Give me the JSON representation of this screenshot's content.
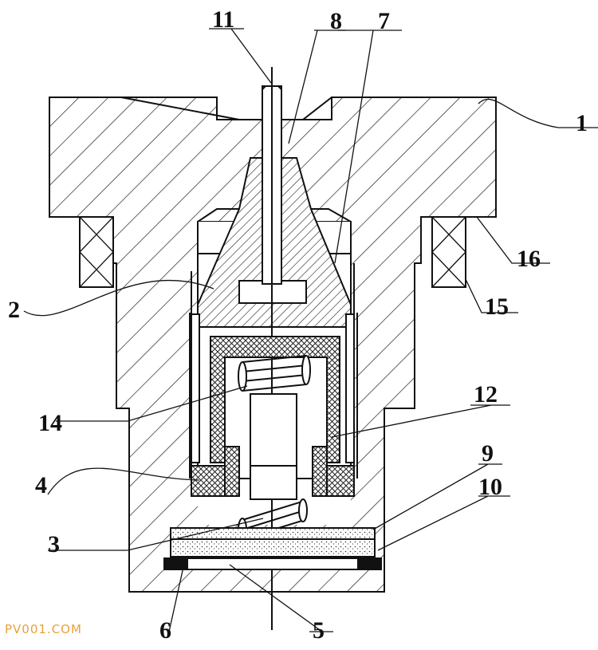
{
  "watermark": "PV001.COM",
  "part_labels": {
    "p1": "1",
    "p2": "2",
    "p3": "3",
    "p4": "4",
    "p5": "5",
    "p6": "6",
    "p7": "7",
    "p8": "8",
    "p9": "9",
    "p10": "10",
    "p11": "11",
    "p12": "12",
    "p14": "14",
    "p15": "15",
    "p16": "16"
  }
}
